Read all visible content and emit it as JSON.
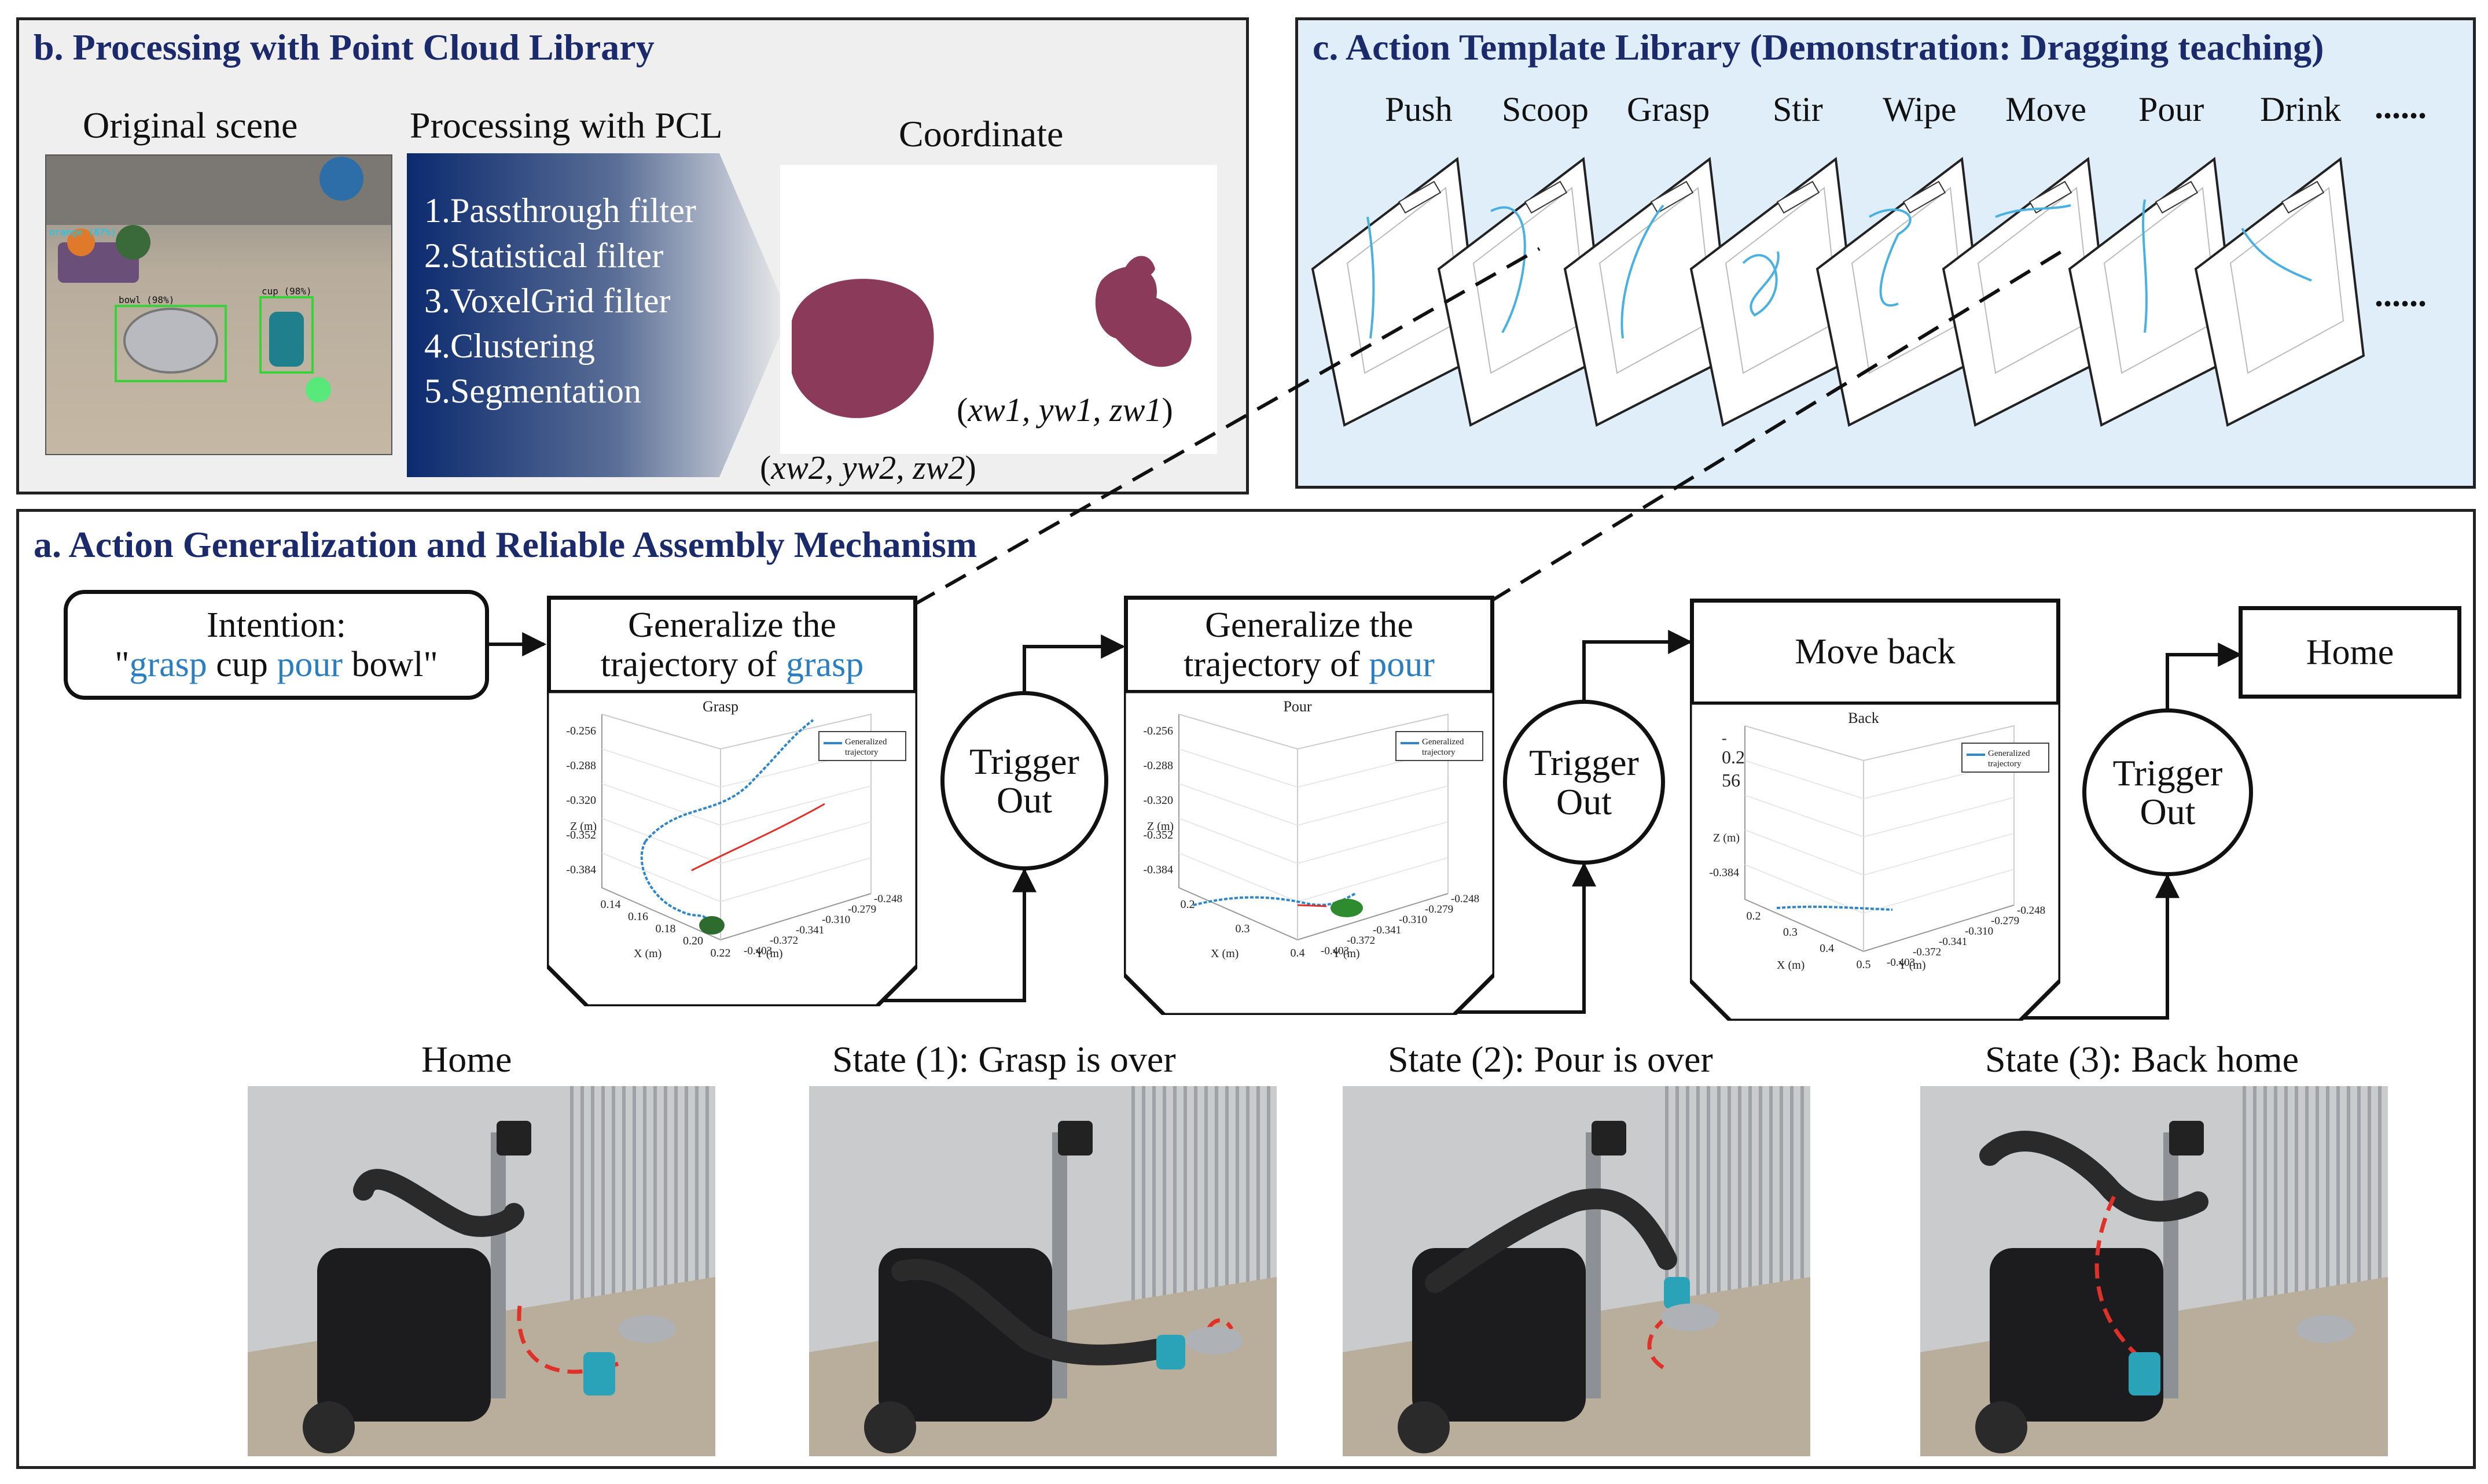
{
  "panel_b": {
    "title": "b. Processing with Point Cloud Library",
    "original_scene_label": "Original scene",
    "processing_label": "Processing with PCL",
    "coordinate_label": "Coordinate",
    "steps": [
      "1.Passthrough filter",
      "2.Statistical filter",
      "3.VoxelGrid filter",
      "4.Clustering",
      "5.Segmentation"
    ],
    "coord1": "xw1, yw1, zw1",
    "coord2": "xw2, yw2, zw2",
    "detections": [
      "orange (87%)",
      "bowl (98%)",
      "cup (98%)"
    ]
  },
  "panel_c": {
    "title": "c. Action Template Library (Demonstration: Dragging teaching)",
    "actions": [
      "Push",
      "Scoop",
      "Grasp",
      "Stir",
      "Wipe",
      "Move",
      "Pour",
      "Drink"
    ],
    "ellipsis": "......",
    "ellipsis2": "......"
  },
  "panel_a": {
    "title": "a. Action Generalization and Reliable Assembly Mechanism",
    "intention_line1": "Intention:",
    "intention_q1": "\"",
    "intention_w1": "grasp",
    "intention_w2": " cup ",
    "intention_w3": "pour",
    "intention_w4": " bowl\"",
    "gen1_line1": "Generalize the",
    "gen1_line2": "trajectory of ",
    "gen1_word": "grasp",
    "gen2_line1": "Generalize the",
    "gen2_line2": "trajectory of ",
    "gen2_word": "pour",
    "move_back": "Move back",
    "home": "Home",
    "trigger_line1": "Trigger",
    "trigger_line2": "Out",
    "states": [
      "Home",
      "State (1): Grasp is over",
      "State (2): Pour is over",
      "State (3): Back home"
    ]
  },
  "chart_data": [
    {
      "type": "line",
      "title": "Grasp",
      "legend": "Generalized trajectory",
      "xlabel": "X (m)",
      "ylabel": "Y (m)",
      "zlabel": "Z (m)",
      "z_ticks": [
        "-0.256",
        "-0.288",
        "-0.320",
        "-0.352",
        "-0.384"
      ],
      "x_ticks": [
        "0.14",
        "0.16",
        "0.18",
        "0.20",
        "0.22"
      ],
      "y_ticks": [
        "-0.248",
        "-0.279",
        "-0.310",
        "-0.341",
        "-0.372",
        "-0.403"
      ]
    },
    {
      "type": "line",
      "title": "Pour",
      "legend": "Generalized trajectory",
      "xlabel": "X (m)",
      "ylabel": "Y (m)",
      "zlabel": "Z (m)",
      "z_ticks": [
        "-0.256",
        "-0.288",
        "-0.320",
        "-0.352",
        "-0.384"
      ],
      "x_ticks": [
        "0.2",
        "0.3",
        "0.4"
      ],
      "y_ticks": [
        "-0.248",
        "-0.279",
        "-0.310",
        "-0.341",
        "-0.372",
        "-0.403"
      ]
    },
    {
      "type": "line",
      "title": "Back",
      "legend": "Generalized trajectory",
      "xlabel": "X (m)",
      "ylabel": "Y (m)",
      "zlabel": "Z (m)",
      "z_ticks": [
        "-0.384"
      ],
      "x_ticks": [
        "0.2",
        "0.3",
        "0.4",
        "0.5"
      ],
      "y_ticks": [
        "-0.248",
        "-0.279",
        "-0.310",
        "-0.341",
        "-0.372",
        "-0.403"
      ],
      "z_top_label_1": "-",
      "z_top_label_2": "0.2",
      "z_top_label_3": "56"
    }
  ],
  "colors": {
    "title": "#1b2a6b",
    "accent_blue": "#2b7fc0",
    "trajectory_blue": "#2f86c9",
    "red_arrow": "#e0302a",
    "cloud": "#8b3a5a",
    "panel_b_bg": "#efefef",
    "panel_c_bg": "#dfeef8"
  }
}
